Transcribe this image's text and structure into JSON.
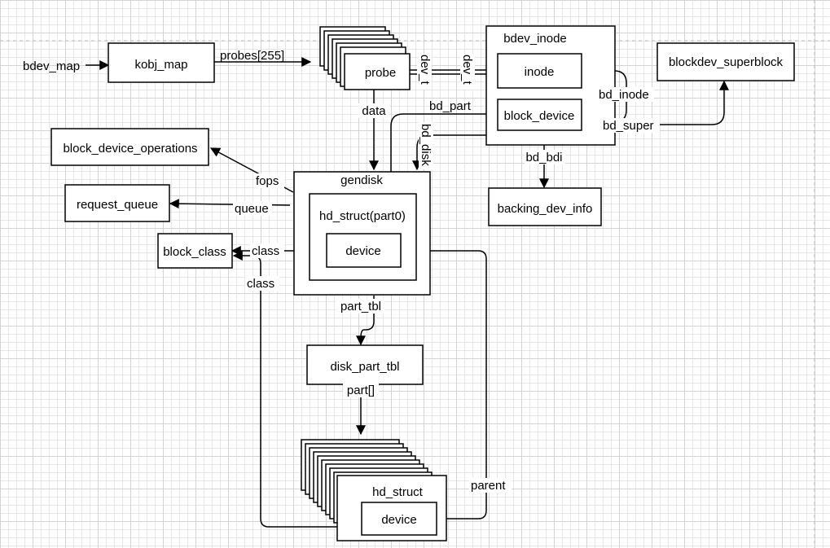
{
  "nodes": {
    "bdev_map": "bdev_map",
    "kobj_map": "kobj_map",
    "probe": "probe",
    "bdev_inode": "bdev_inode",
    "inode": "inode",
    "block_device": "block_device",
    "blockdev_superblock": "blockdev_superblock",
    "backing_dev_info": "backing_dev_info",
    "block_device_operations": "block_device_operations",
    "request_queue": "request_queue",
    "block_class": "block_class",
    "gendisk": "gendisk",
    "hd_struct_part0": "hd_struct(part0)",
    "device": "device",
    "disk_part_tbl": "disk_part_tbl",
    "hd_struct": "hd_struct",
    "device2": "device"
  },
  "edges": {
    "probes": "probes[255]",
    "dev_t_left": "dev_t",
    "dev_t_right": "dev_t",
    "data": "data",
    "bd_part": "bd_part",
    "bd_disk": "bd_disk",
    "bd_inode": "bd_inode",
    "bd_super": "bd_super",
    "bd_bdi": "bd_bdi",
    "fops": "fops",
    "queue": "queue",
    "class_top": "class",
    "class_bottom": "class",
    "part_tbl": "part_tbl",
    "part_arr": "part[]",
    "parent": "parent"
  }
}
